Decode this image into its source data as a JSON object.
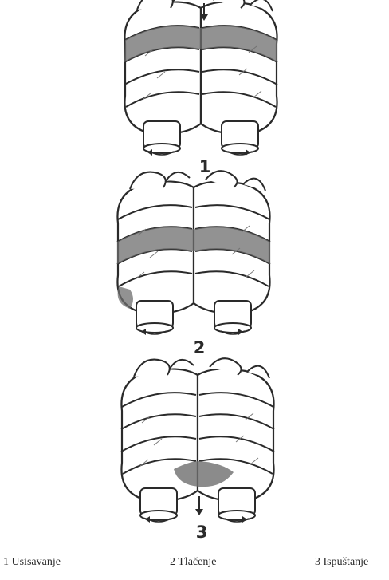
{
  "stages": [
    {
      "number": "1"
    },
    {
      "number": "2"
    },
    {
      "number": "3"
    }
  ],
  "captions": [
    "1 Usisavanje",
    "2 Tlačenje",
    "3 Ispuštanje"
  ],
  "colors": {
    "ink": "#2a2a2a",
    "rotor_fill": "#ffffff",
    "gas_shade": "#6e6e6e",
    "paper": "#ffffff"
  }
}
